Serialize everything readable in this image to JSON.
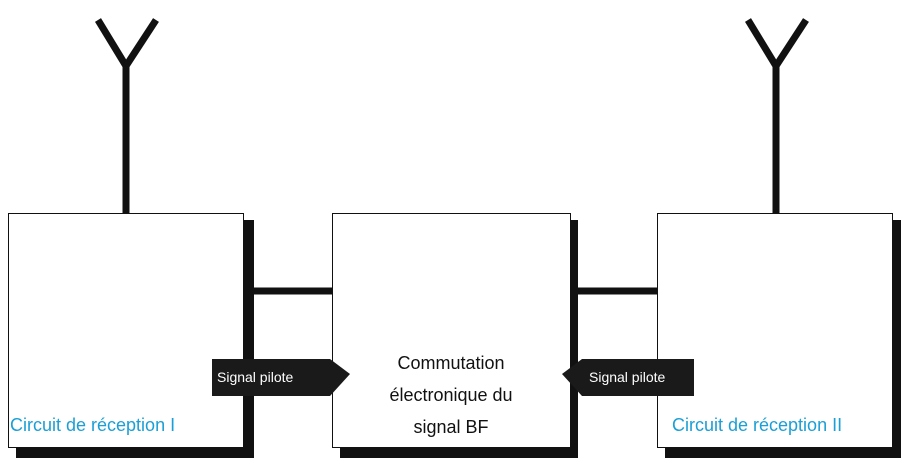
{
  "receiver_left": {
    "label": "Circuit de réception I"
  },
  "receiver_right": {
    "label": "Circuit de réception II"
  },
  "switch_block": {
    "label_lines": [
      "Commutation",
      "électronique du",
      "signal BF"
    ]
  },
  "pilot_signal_left": {
    "label": "Signal pilote"
  },
  "pilot_signal_right": {
    "label": "Signal pilote"
  },
  "colors": {
    "receiver_label": "#1a9fd6",
    "line": "#111111",
    "shadow": "#111111",
    "box_fill": "#ffffff",
    "arrow_fill": "#1a1a1a",
    "arrow_text": "#ffffff"
  }
}
